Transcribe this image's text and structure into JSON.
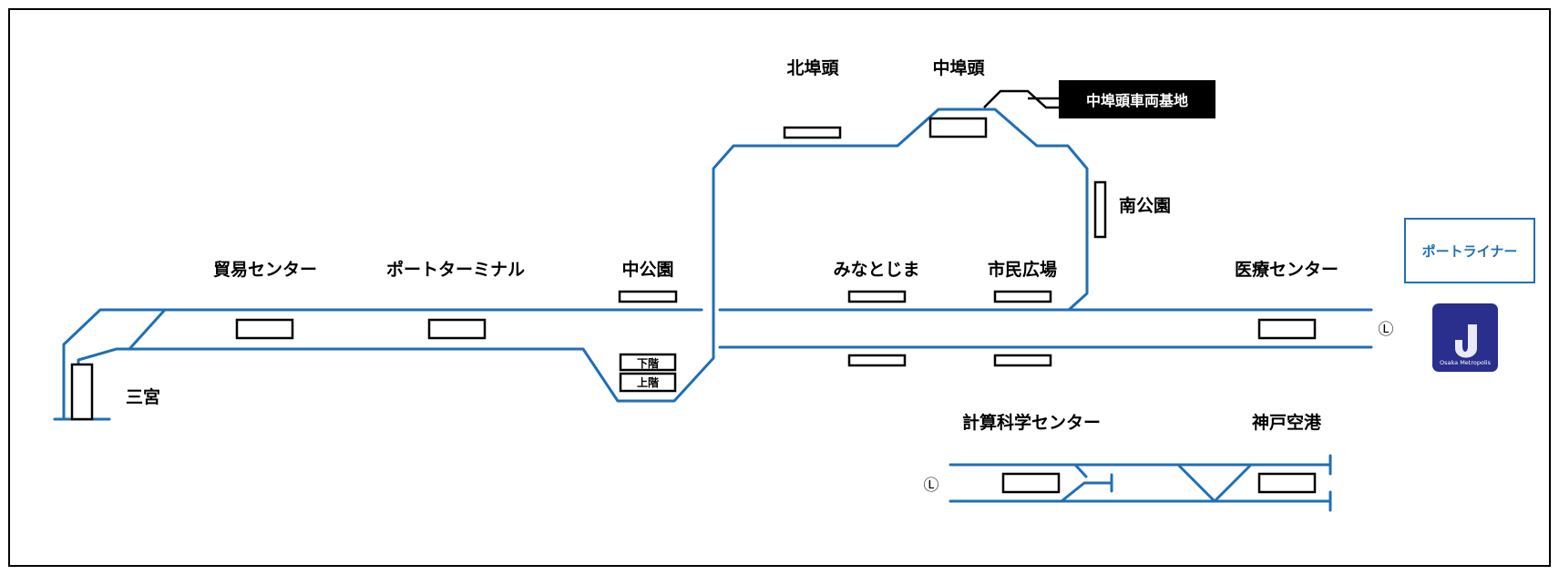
{
  "stations": {
    "sannomiya": "三宮",
    "boeki_center": "貿易センター",
    "port_terminal": "ポートターミナル",
    "naka_koen": "中公園",
    "kita_futo": "北埠頭",
    "naka_futo": "中埠頭",
    "minami_koen": "南公園",
    "minatojima": "みなとじま",
    "shimin_hiroba": "市民広場",
    "iryo_center": "医療センター",
    "keisan_kagaku_center": "計算科学センター",
    "kobe_kuko": "神戸空港"
  },
  "depot": {
    "label": "中埠頭車両基地"
  },
  "platform_levels": {
    "lower": "下階",
    "upper": "上階"
  },
  "loop_markers": {
    "main_end": "Ⓛ",
    "branch_start": "Ⓛ"
  },
  "line_name": "ポートライナー",
  "logo": {
    "brand_text": "Osaka Metropolis"
  },
  "colors": {
    "track": "#1f6fb5",
    "logo_bg": "#2a2e8c",
    "depot_bg": "#000000"
  }
}
